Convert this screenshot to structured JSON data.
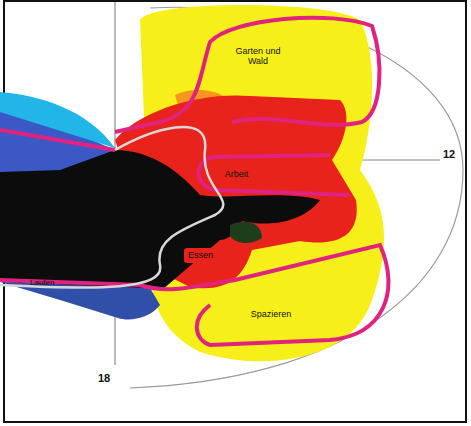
{
  "diagram": {
    "nodes": [
      {
        "text": [
          "Garten und Wald"
        ]
      },
      {
        "text": [
          "Arbeit"
        ]
      },
      {
        "text": [
          "Essen"
        ]
      },
      {
        "text": [
          "Spazieren"
        ]
      }
    ],
    "labels": [
      "Laufen",
      "12",
      "18"
    ]
  }
}
